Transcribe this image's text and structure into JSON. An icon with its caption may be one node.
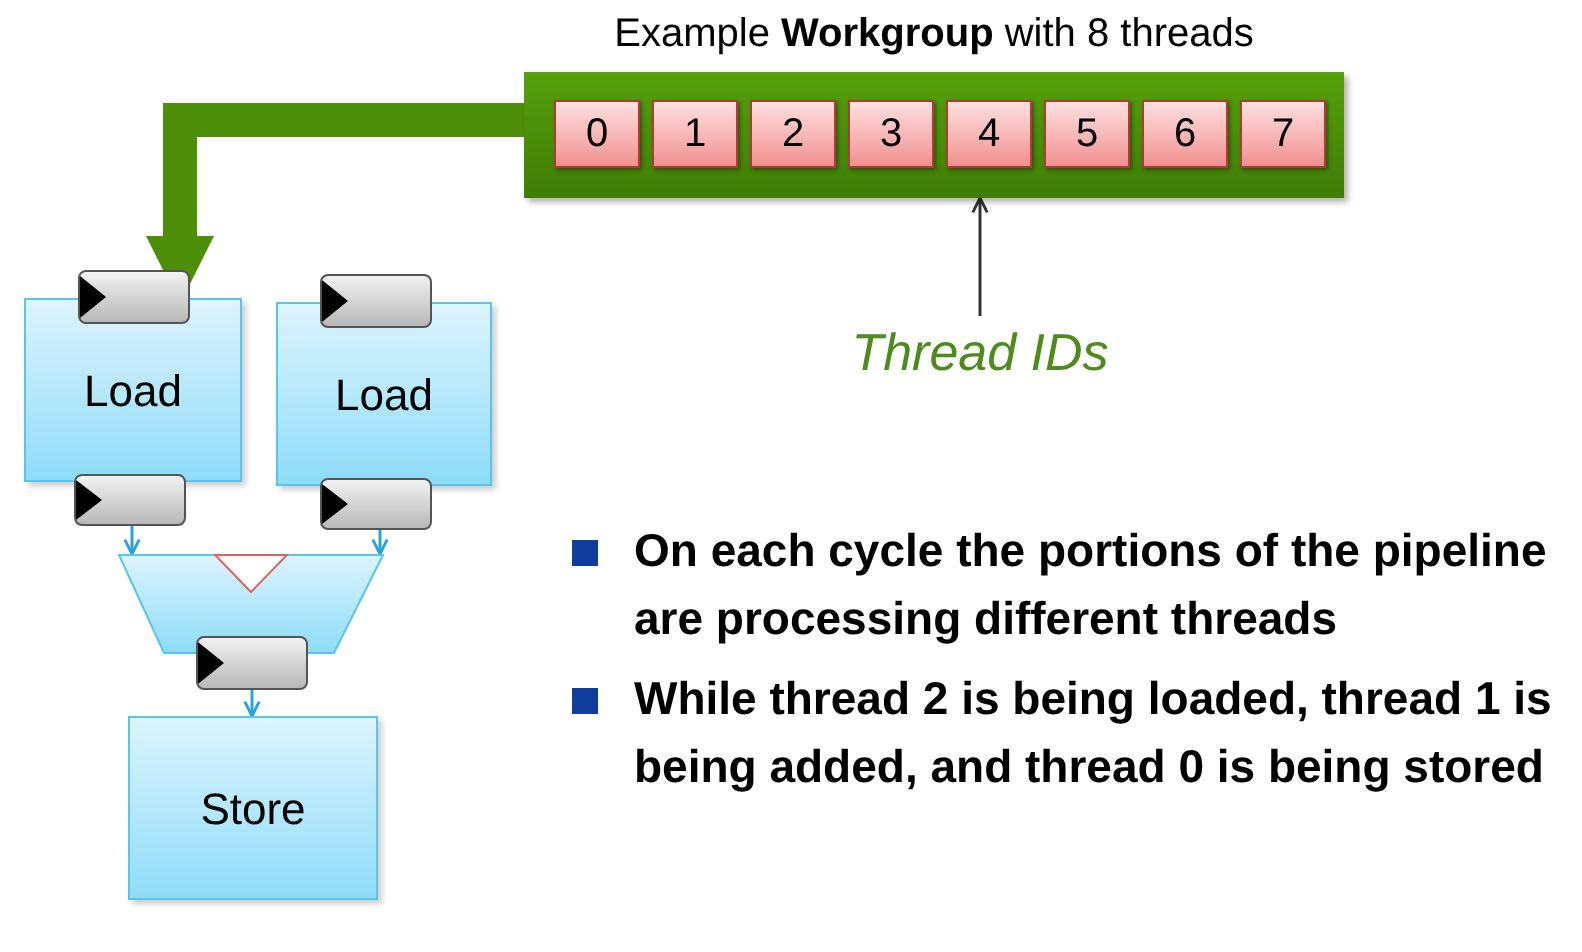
{
  "diagram": {
    "nodes": [
      {
        "text": [
          "Example **Workgroup** with 8 threads"
        ]
      },
      {
        "text": [
          "0"
        ],
        "in": 0
      },
      {
        "text": [
          "1"
        ],
        "in": 0
      },
      {
        "text": [
          "2"
        ],
        "in": 0
      },
      {
        "text": [
          "3"
        ],
        "in": 0
      },
      {
        "text": [
          "4"
        ],
        "in": 0
      },
      {
        "text": [
          "5"
        ],
        "in": 0
      },
      {
        "text": [
          "6"
        ],
        "in": 0
      },
      {
        "text": [
          "7"
        ],
        "in": 0
      },
      {
        "text": [
          "Thread IDs"
        ]
      },
      {
        "text": [],
        "shape": "box"
      },
      {
        "text": [],
        "shape": "box"
      },
      {
        "text": [
          "Load"
        ]
      },
      {
        "text": [
          "Load"
        ]
      },
      {
        "text": [],
        "shape": "box"
      },
      {
        "text": [],
        "shape": "box"
      },
      {
        "text": [],
        "shape": "trapezoid"
      },
      {
        "text": [],
        "shape": "box"
      },
      {
        "text": [
          "Store"
        ]
      }
    ],
    "edges": [
      {
        "from": 0,
        "to": 10,
        "arrow": "to",
        "style": "thick",
        "color": "#4e8f0a"
      },
      {
        "from": 9,
        "to": 0,
        "arrow": "to",
        "color": "#333333"
      },
      {
        "from": 14,
        "to": 16,
        "arrow": "to"
      },
      {
        "from": 15,
        "to": 16,
        "arrow": "to"
      },
      {
        "from": 17,
        "to": 18,
        "arrow": "to"
      }
    ],
    "labels": [
      "On each cycle the portions of the pipeline are processing different threads",
      "While thread 2 is being loaded, thread 1 is being added, and thread 0 is being stored"
    ]
  }
}
